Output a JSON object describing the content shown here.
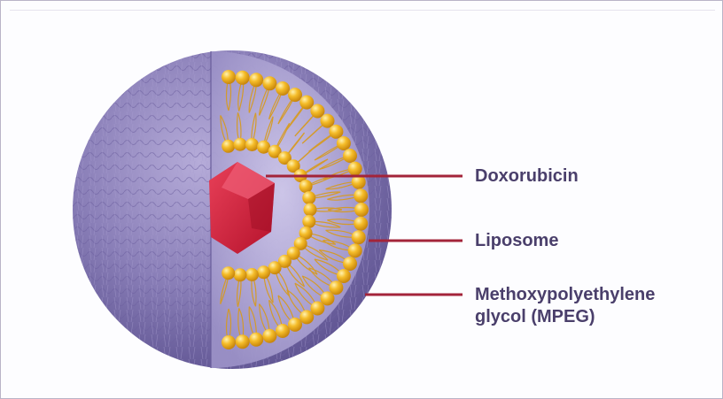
{
  "labels": {
    "doxorubicin": "Doxorubicin",
    "liposome": "Liposome",
    "mpeg_line1": "Methoxypolyethylene",
    "mpeg_line2": "glycol (MPEG)"
  },
  "colors": {
    "shell": "#8a7fb8",
    "shell_dark": "#5e5391",
    "lipid_head": "#f2b21b",
    "lipid_tail": "#d89a1a",
    "drug": "#d4213a",
    "leader_line": "#a3243a",
    "label_text": "#4a3f6b"
  }
}
